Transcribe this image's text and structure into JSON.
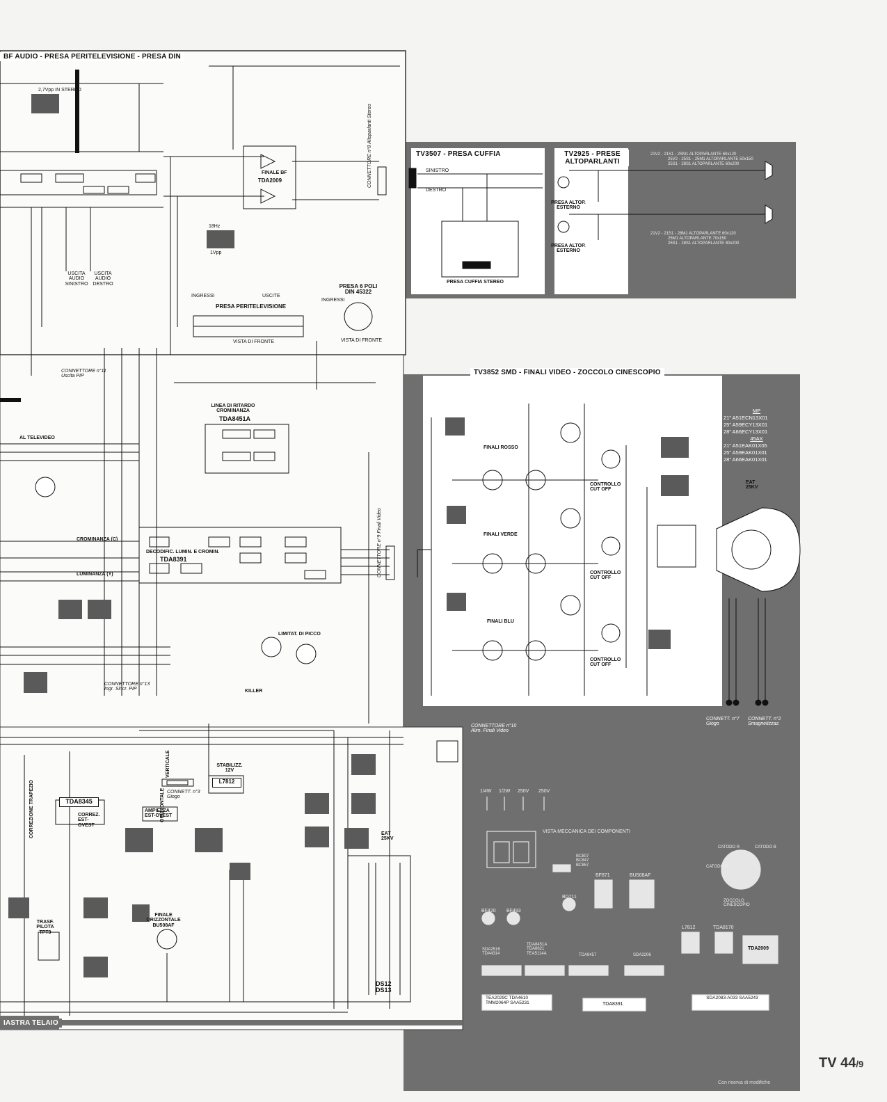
{
  "panels": {
    "audio": {
      "title": "BF AUDIO - PRESA PERITELEVISIONE - PRESA DIN"
    },
    "headphone": {
      "title": "TV3507 - PRESA CUFFIA",
      "jack_label": "PRESA CUFFIA STEREO",
      "ch_left": "SINISTRO",
      "ch_right": "DESTRO"
    },
    "speakers": {
      "title": "TV2925 - PRESE ALTOPARLANTI",
      "ext1": "PRESA ALTOP. ESTERNO",
      "ext2": "PRESA ALTOP. ESTERNO"
    },
    "video": {
      "title": "TV3852 SMD - FINALI VIDEO - ZOCCOLO CINESCOPIO"
    },
    "chassis": {
      "title": "IASTRA TELAIO"
    }
  },
  "audio": {
    "ic_finale": "TDA2009",
    "ic_finale_label": "FINALE BF",
    "connector8": "CONNETTORE n°8 Altoparlanti Stereo",
    "scart_title": "PRESA PERITELEVISIONE",
    "scart_in": "INGRESSI",
    "scart_out": "USCITE",
    "scart_view": "VISTA DI FRONTE",
    "din_title": "PRESA 6 POLI DIN 45322",
    "din_view": "VISTA DI FRONTE",
    "din_in": "INGRESSI",
    "out_left": "USCITA AUDIO SINISTRO",
    "out_right": "USCITA AUDIO DESTRO",
    "freq": "18Hz",
    "vpp": "1Vpp",
    "stereo_note": "2,7Vpp IN STEREO"
  },
  "speaker_specs": [
    "21V2 - 21S1 - 2SM1 ALTOPARLANTE 60x120",
    "25V2 - 25S1 - 25M1 ALTOPARLANTE 50x150",
    "25S1 - 28S1 ALTOPARLANTE 60x200"
  ],
  "speaker_specs2": [
    "21V2 - 21S1 - 28M1 ALTOPARLANTE 60x120",
    "25M1 ALTOPARLANTE 70x150",
    "25S1 - 28S1 ALTOPARLANTE 80x200"
  ],
  "center": {
    "delay_line": "LINEA DI RITARDO CROMINANZA",
    "delay_ic": "TDA8451A",
    "decoder_label": "DECODIFIC. LUMIN. E CROMIN.",
    "decoder_ic": "TDA8391",
    "connector9": "CONNETTORE n°9 Finali Video",
    "connector13": "CONNETTORE n°13 Ingr. Sincr. PIP",
    "connector11": "CONNETTORE n°11 Uscita PIP",
    "al_televideo": "AL TELEVIDEO",
    "crominanza": "CROMINANZA (C)",
    "luminanza": "LUMINANZA (Y)",
    "limitat": "LIMITAT. DI PICCO",
    "killer": "KILLER"
  },
  "video_board": {
    "finali_rosso": "FINALI ROSSO",
    "finali_verde": "FINALI VERDE",
    "finali_blu": "FINALI BLU",
    "controllo_cutoff": "CONTROLLO CUT OFF",
    "eat": "EAT 25KV",
    "conn7": "CONNETT. n°7 Giogo",
    "conn2": "CONNETT. n°2 Smagnetizzaz.",
    "conn10": "CONNETTORE n°10 Alim. Finali Video",
    "tube_codes": [
      "MP",
      "21\" A51ECN13X01",
      "25\" A59ECY13X01",
      "28\" A66ECY13X01",
      "45AX",
      "21\" A51EAK01X05",
      "25\" A59EAK01X01",
      "28\" A66EAK01X01"
    ]
  },
  "chassis": {
    "ew_ic": "TDA8345",
    "ew_label": "CORREZ. EST-OVEST",
    "ampiezza": "AMPIEZZA EST-OVEST",
    "regulator": "L7812",
    "stabiliz": "STABILIZZ. 12V",
    "connector3": "CONNETT. n°3 Giogo",
    "trasf_pilota": "TRASF. PILOTA TPT9",
    "finale_orizz": "FINALE ORIZZONTALE BU508AF",
    "eat": "EAT 25KV",
    "ds": "DS12 DS13",
    "correzione": "CORREZIONE TRAPEZIO",
    "verticale": "VERTICALE",
    "orizzontale": "ORIZZONTALE"
  },
  "components": {
    "title": "VISTA MECCANICA DEI COMPONENTI",
    "resistors": [
      "1/4W",
      "1/2W",
      "250V",
      "250V"
    ],
    "transistors": [
      "BC807 BC847 BC857",
      "BF871",
      "BU508AF",
      "BD711",
      "BF420",
      "BF493",
      "L7812",
      "TDA8170"
    ],
    "tda2009": "TDA2009",
    "ic_rows": [
      "SDA2516 TDA4314",
      "TDA8451A TDA8821 TEA5114A",
      "TDA8457",
      "SDA2206"
    ],
    "ic_big": [
      "TEA2029C TDA4610 TMM2064P SAA5231",
      "TDA8391",
      "SDA2083-A033 SAA5243"
    ],
    "crt_socket": "ZOCCOLO CINESCOPIO",
    "catodo_r": "CATODO R",
    "catodo_g": "CATODO G",
    "catodo_b": "CATODO B",
    "note": "Con riserva di modifiche"
  },
  "footer": {
    "code": "TV 44",
    "suffix": "/9"
  },
  "colors": {
    "frame": "#6f6f6f",
    "ink": "#111111",
    "paper": "#f4f4f2"
  }
}
